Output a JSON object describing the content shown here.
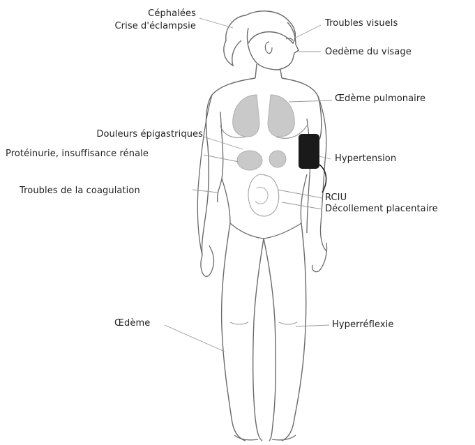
{
  "labels": {
    "cephalees": "Céphalées",
    "crise_eclampsie": "Crise d'éclampsie",
    "troubles_visuels": "Troubles visuels",
    "oedeme_visage": "Oedème du visage",
    "oedeme_pulmonaire": "Œdème pulmonaire",
    "douleurs_epigastriques": "Douleurs épigastriques",
    "proteinurie": "Protéinurie, insuffisance rénale",
    "hypertension": "Hypertension",
    "troubles_coagulation": "Troubles de la coagulation",
    "rciu": "RCIU",
    "decollement_placentaire": "Décollement placentaire",
    "oedeme": "Œdème",
    "hyperreflexie": "Hyperréflexie"
  },
  "colors": {
    "text": "#1e1e1e",
    "outline": "#6a6a6a",
    "organs": "#c9c9c9",
    "cuff": "#1a1a1a",
    "leader": "#9a9a9a"
  }
}
